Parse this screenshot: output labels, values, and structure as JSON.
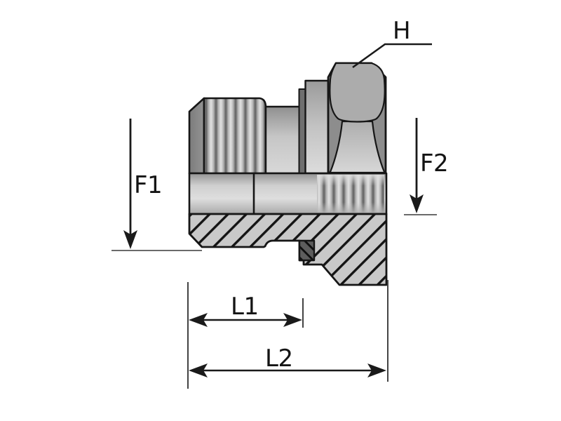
{
  "drawing": {
    "type": "technical-drawing",
    "subject": "Threaded hydraulic adapter fitting shown in half-section with dimension callouts",
    "labels": {
      "hex_across_flats": "H",
      "thread_size_front": "F1",
      "thread_size_rear": "F2",
      "length_1": "L1",
      "length_2": "L2"
    },
    "colors": {
      "background": "#ffffff",
      "outline": "#161616",
      "metal_light": "#d6d6d6",
      "metal_mid": "#acacac",
      "metal_dark": "#6f6f6f",
      "chamfer_face": "#868686",
      "hex_shadow": "#8d8d8d",
      "hatch_fill": "#c9c9c9",
      "hatch_line": "#141414",
      "seal_fill": "#5d5d5d",
      "dimension_line": "#1a1a1a",
      "extension_line": "#555555",
      "baseline": "#6b6b6b"
    }
  }
}
